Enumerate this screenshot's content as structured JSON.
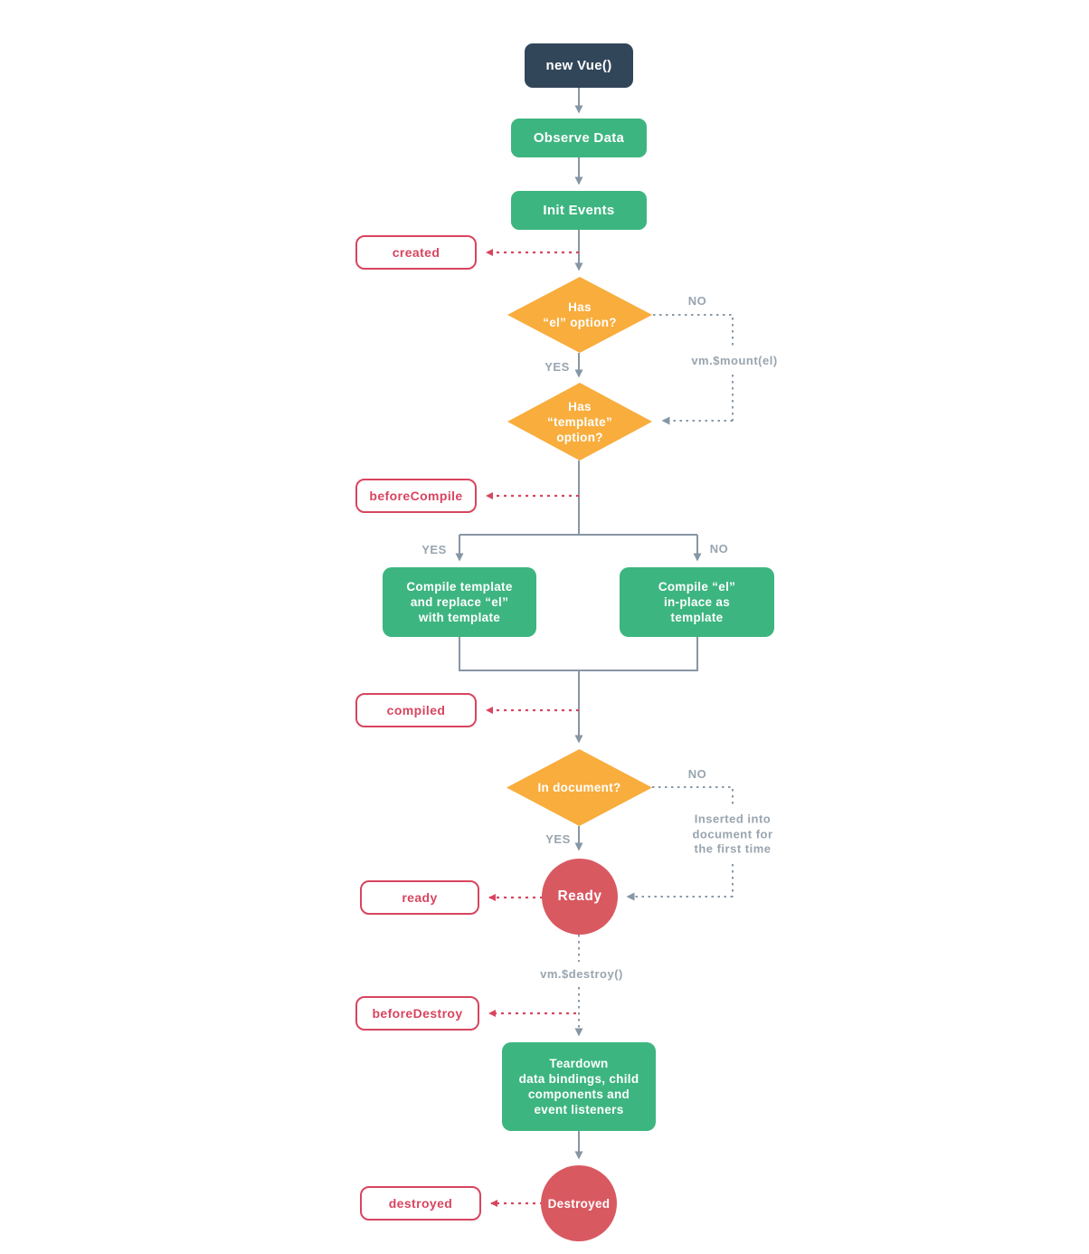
{
  "nodes": {
    "new_vue": "new Vue()",
    "observe_data": "Observe Data",
    "init_events": "Init Events",
    "has_el": "Has\n“el” option?",
    "has_template": "Has\n“template”\noption?",
    "compile_template": "Compile template\nand replace “el”\nwith template",
    "compile_el": "Compile “el”\nin-place as\ntemplate",
    "in_document": "In document?",
    "ready": "Ready",
    "teardown": "Teardown\ndata bindings, child\ncomponents and\nevent listeners",
    "destroyed": "Destroyed"
  },
  "hooks": {
    "created": "created",
    "before_compile": "beforeCompile",
    "compiled": "compiled",
    "ready": "ready",
    "before_destroy": "beforeDestroy",
    "destroyed": "destroyed"
  },
  "edge_labels": {
    "el_no": "NO",
    "el_yes": "YES",
    "mount_call": "vm.$mount(el)",
    "template_yes": "YES",
    "template_no": "NO",
    "document_no": "NO",
    "document_yes": "YES",
    "inserted_note": "Inserted into\ndocument for\nthe first time",
    "destroy_call": "vm.$destroy()"
  },
  "colors": {
    "node_dark": "#32465a",
    "node_green": "#3db580",
    "node_orange": "#f8ad3d",
    "node_red": "#d95961",
    "hook_red": "#d8455f",
    "wire_gray": "#8796a5",
    "label_gray": "#98a5b0"
  }
}
